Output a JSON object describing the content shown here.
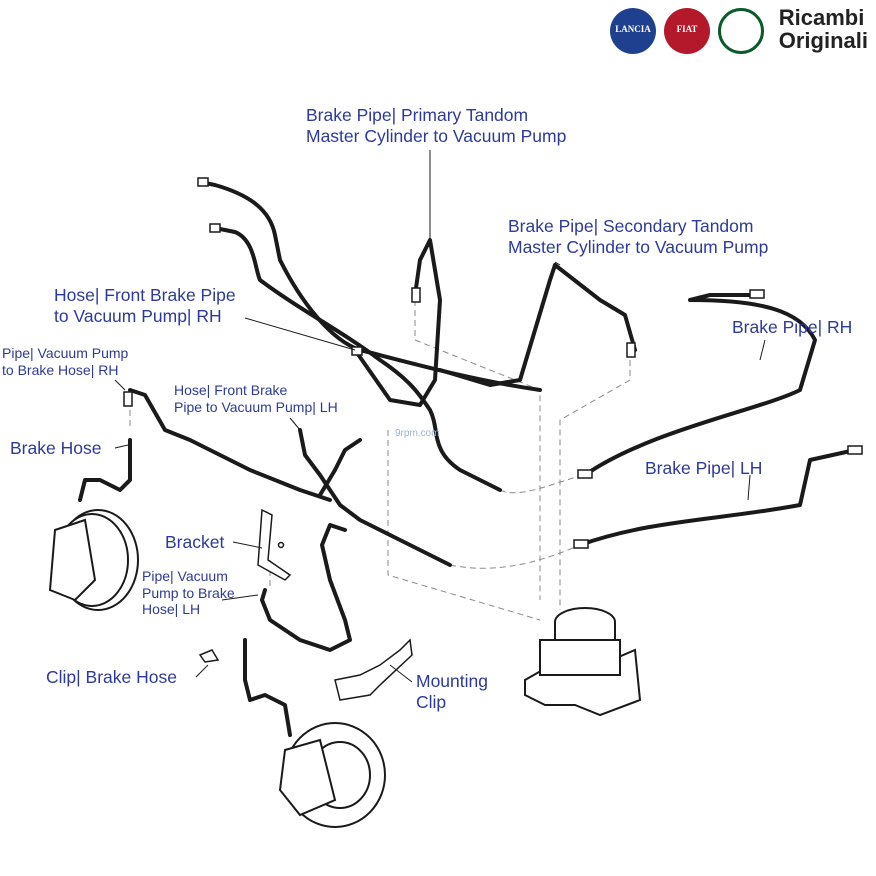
{
  "brand": {
    "logos": [
      {
        "name": "lancia-logo",
        "text": "LANCIA",
        "color": "#1f3f8f"
      },
      {
        "name": "fiat-logo",
        "text": "FIAT",
        "color": "#b3182b"
      },
      {
        "name": "alfa-romeo-logo",
        "text": "",
        "color": "#0b5a2e"
      }
    ],
    "line1": "Ricambi",
    "line2": "Originali"
  },
  "watermark": "9rpm.com",
  "labels": {
    "primary_pipe": [
      "Brake Pipe| Primary Tandom",
      "Master Cylinder to Vacuum Pump"
    ],
    "secondary_pipe": [
      "Brake Pipe| Secondary Tandom",
      "Master Cylinder to Vacuum Pump"
    ],
    "hose_front_rh": [
      "Hose| Front Brake Pipe",
      "to Vacuum Pump| RH"
    ],
    "pipe_vacuum_rh": [
      "Pipe| Vacuum Pump",
      "to Brake Hose| RH"
    ],
    "hose_front_lh": [
      "Hose| Front Brake",
      "Pipe to Vacuum Pump| LH"
    ],
    "brake_pipe_rh": "Brake Pipe| RH",
    "brake_pipe_lh": "Brake Pipe| LH",
    "brake_hose": "Brake Hose",
    "bracket": "Bracket",
    "pipe_vacuum_lh": [
      "Pipe| Vacuum",
      "Pump to Brake",
      "Hose| LH"
    ],
    "clip_brake_hose": "Clip| Brake Hose",
    "mounting_clip": [
      "Mounting",
      "Clip"
    ]
  },
  "colors": {
    "label": "#2e3a9a",
    "line": "#1a1a1a",
    "dashed": "#8a8a8a"
  }
}
